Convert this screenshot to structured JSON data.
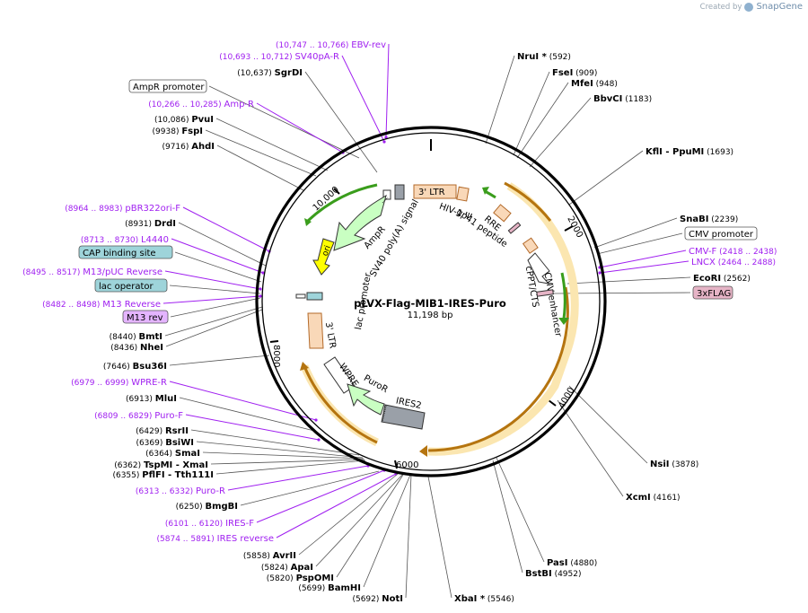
{
  "credit": {
    "prefix": "Created by",
    "brand": "SnapGene"
  },
  "plasmid": {
    "name": "pLVX-Flag-MIB1-IRES-Puro",
    "size_label": "11,198 bp"
  },
  "ticks": [
    "2000",
    "4000",
    "6000",
    "8000",
    "10,000"
  ],
  "features": [
    {
      "label": "3' LTR"
    },
    {
      "label": "HIV-1 Ψ"
    },
    {
      "label": "RRE"
    },
    {
      "label": "gp41 peptide"
    },
    {
      "label": "CMV enhancer"
    },
    {
      "label": "cPPT/CTS"
    },
    {
      "label": "AmpR"
    },
    {
      "label": "SV40 poly(A) signal"
    },
    {
      "label": "ori"
    },
    {
      "label": "lac promoter"
    },
    {
      "label": "3' LTR"
    },
    {
      "label": "WPRE"
    },
    {
      "label": "PuroR"
    },
    {
      "label": "IRES2"
    }
  ],
  "labels": [
    {
      "num": "(10,747 .. 10,766)",
      "name": "EBV-rev",
      "kind": "primer"
    },
    {
      "num": "(10,693 .. 10,712)",
      "name": "SV40pA-R",
      "kind": "primer"
    },
    {
      "num": "(10,637)",
      "name": "SgrDI",
      "kind": "enzyme"
    },
    {
      "name": "AmpR promoter",
      "kind": "box"
    },
    {
      "num": "(10,266 .. 10,285)",
      "name": "Amp-R",
      "kind": "primer"
    },
    {
      "num": "(10,086)",
      "name": "PvuI",
      "kind": "enzyme"
    },
    {
      "num": "(9938)",
      "name": "FspI",
      "kind": "enzyme"
    },
    {
      "num": "(9716)",
      "name": "AhdI",
      "kind": "enzyme"
    },
    {
      "num": "(8964 .. 8983)",
      "name": "pBR322ori-F",
      "kind": "primer"
    },
    {
      "num": "(8931)",
      "name": "DrdI",
      "kind": "enzyme"
    },
    {
      "num": "(8713 .. 8730)",
      "name": "L4440",
      "kind": "primer"
    },
    {
      "name": "CAP binding site",
      "kind": "boxcyan"
    },
    {
      "num": "(8495 .. 8517)",
      "name": "M13/pUC Reverse",
      "kind": "primer"
    },
    {
      "name": "lac operator",
      "kind": "boxcyan"
    },
    {
      "num": "(8482 .. 8498)",
      "name": "M13 Reverse",
      "kind": "primer"
    },
    {
      "name": "M13 rev",
      "kind": "boxpurple"
    },
    {
      "num": "(8440)",
      "name": "BmtI",
      "kind": "enzyme"
    },
    {
      "num": "(8436)",
      "name": "NheI",
      "kind": "enzyme"
    },
    {
      "num": "(7646)",
      "name": "Bsu36I",
      "kind": "enzyme"
    },
    {
      "num": "(6979 .. 6999)",
      "name": "WPRE-R",
      "kind": "primer"
    },
    {
      "num": "(6913)",
      "name": "MluI",
      "kind": "enzyme"
    },
    {
      "num": "(6809 .. 6829)",
      "name": "Puro-F",
      "kind": "primer"
    },
    {
      "num": "(6429)",
      "name": "RsrII",
      "kind": "enzyme"
    },
    {
      "num": "(6369)",
      "name": "BsiWI",
      "kind": "enzyme"
    },
    {
      "num": "(6364)",
      "name": "SmaI",
      "kind": "enzyme"
    },
    {
      "num": "(6362)",
      "name": "TspMI  - XmaI",
      "kind": "enzyme"
    },
    {
      "num": "(6355)",
      "name": "PflFI  - Tth111I",
      "kind": "enzyme"
    },
    {
      "num": "(6313 .. 6332)",
      "name": "Puro-R",
      "kind": "primer"
    },
    {
      "num": "(6250)",
      "name": "BmgBI",
      "kind": "enzyme"
    },
    {
      "num": "(6101 .. 6120)",
      "name": "IRES-F",
      "kind": "primer"
    },
    {
      "num": "(5874 .. 5891)",
      "name": "IRES reverse",
      "kind": "primer"
    },
    {
      "num": "(5858)",
      "name": "AvrII",
      "kind": "enzyme"
    },
    {
      "num": "(5824)",
      "name": "ApaI",
      "kind": "enzyme"
    },
    {
      "num": "(5820)",
      "name": "PspOMI",
      "kind": "enzyme"
    },
    {
      "num": "(5699)",
      "name": "BamHI",
      "kind": "enzyme"
    },
    {
      "num": "(5692)",
      "name": "NotI",
      "kind": "enzyme"
    },
    {
      "num": "(5546)",
      "name": "XbaI *",
      "kind": "enzyme"
    },
    {
      "num": "(4952)",
      "name": "BstBI",
      "kind": "enzyme"
    },
    {
      "num": "(4880)",
      "name": "PasI",
      "kind": "enzyme"
    },
    {
      "num": "(4161)",
      "name": "XcmI",
      "kind": "enzyme"
    },
    {
      "num": "(3878)",
      "name": "NsiI",
      "kind": "enzyme"
    },
    {
      "name": "3xFLAG",
      "kind": "boxpink"
    },
    {
      "num": "(2562)",
      "name": "EcoRI",
      "kind": "enzyme"
    },
    {
      "num": "(2464 .. 2488)",
      "name": "LNCX",
      "kind": "primer"
    },
    {
      "num": "(2418 .. 2438)",
      "name": "CMV-F",
      "kind": "primer"
    },
    {
      "name": "CMV promoter",
      "kind": "box"
    },
    {
      "num": "(2239)",
      "name": "SnaBI",
      "kind": "enzyme"
    },
    {
      "num": "(1693)",
      "name": "KflI   - PpuMI",
      "kind": "enzyme"
    },
    {
      "num": "(1183)",
      "name": "BbvCI",
      "kind": "enzyme"
    },
    {
      "num": "(948)",
      "name": "MfeI",
      "kind": "enzyme"
    },
    {
      "num": "(909)",
      "name": "FseI",
      "kind": "enzyme"
    },
    {
      "num": "(592)",
      "name": "NruI *",
      "kind": "enzyme"
    }
  ],
  "colors": {
    "backbone": "#000000",
    "enzyme_line": "#555555",
    "primer": "#a020f0",
    "ltr_fill": "#f9d8b8",
    "ltr_stroke": "#b36a2a",
    "ampr": "#c9ffc2",
    "ori": "#ffff00",
    "orf": "#e2a72e",
    "orf_glow": "#fbe6b0",
    "promoter_green": "#3a9d1c",
    "cyan_box": "#9ed4da",
    "purple_box": "#e4b4ff",
    "pink_box": "#e6b4c6",
    "gray": "#9aa0a8"
  }
}
